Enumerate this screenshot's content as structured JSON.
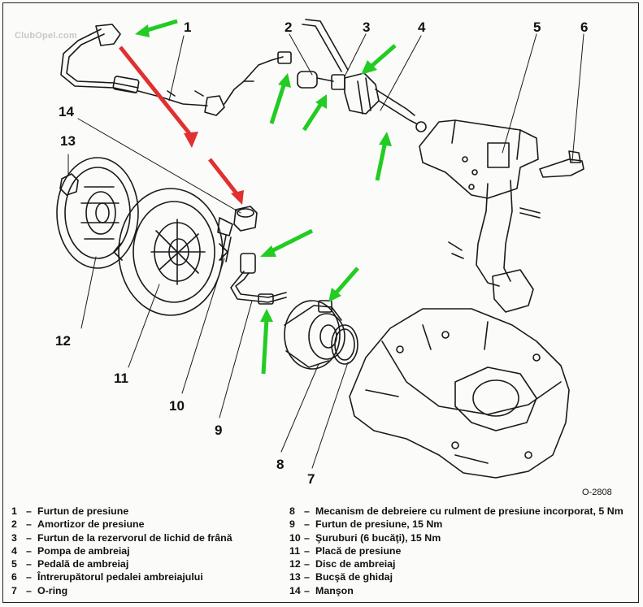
{
  "watermark": "ClubOpel.com",
  "figure_code": "O-2808",
  "callouts": [
    "1",
    "2",
    "3",
    "4",
    "5",
    "6",
    "7",
    "8",
    "9",
    "10",
    "11",
    "12",
    "13",
    "14"
  ],
  "legend": {
    "dash": "–",
    "left": [
      {
        "num": "1",
        "text": "Furtun de presiune"
      },
      {
        "num": "2",
        "text": "Amortizor de presiune"
      },
      {
        "num": "3",
        "text": "Furtun de la rezervorul de lichid de frână"
      },
      {
        "num": "4",
        "text": "Pompa de ambreiaj"
      },
      {
        "num": "5",
        "text": "Pedală de ambreiaj"
      },
      {
        "num": "6",
        "text": "Întrerupătorul pedalei ambreiajului"
      },
      {
        "num": "7",
        "text": "O-ring"
      }
    ],
    "right": [
      {
        "num": "8",
        "text": "Mecanism de debreiere cu rulment de presiune incorporat, 5 Nm"
      },
      {
        "num": "9",
        "text": "Furtun de presiune, 15 Nm"
      },
      {
        "num": "10",
        "text": "Şuruburi (6 bucăţi), 15 Nm"
      },
      {
        "num": "11",
        "text": "Placă de presiune"
      },
      {
        "num": "12",
        "text": "Disc de ambreiaj"
      },
      {
        "num": "13",
        "text": "Bucşă de ghidaj"
      },
      {
        "num": "14",
        "text": "Manşon"
      }
    ]
  },
  "annotation_colors": {
    "arrow_green": "#22cc22",
    "arrow_red": "#e03030",
    "line_art": "#1a1a1a"
  }
}
